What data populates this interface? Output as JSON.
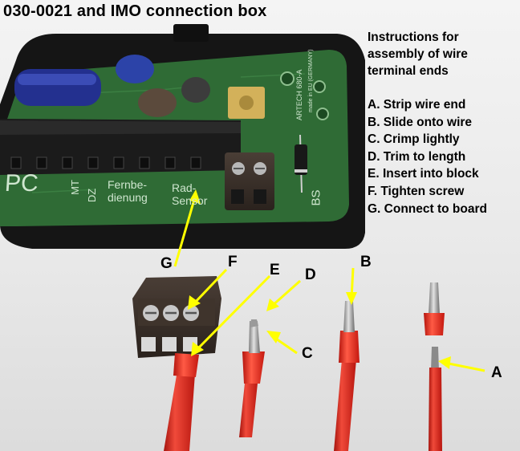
{
  "title": "030-0021 and IMO connection box",
  "instructions": {
    "heading": "Instructions for assembly of wire terminal ends",
    "steps": [
      "A. Strip wire end",
      "B. Slide onto wire",
      "C. Crimp lightly",
      "D. Trim to length",
      "E. Insert into block",
      "F. Tighten screw",
      "G. Connect to board"
    ]
  },
  "callouts": {
    "A": "A",
    "B": "B",
    "C": "C",
    "D": "D",
    "E": "E",
    "F": "F",
    "G": "G"
  },
  "board_text": {
    "pc": "PC",
    "mt": "MT",
    "dz": "DZ",
    "fernbedienung": "Fernbe- dienung",
    "radsensor": "Rad- Sensor",
    "bs": "BS",
    "made_in": "made in EU (GERMANY)",
    "brand": "ARTECH 680-A"
  },
  "colors": {
    "arrow": "#ffff00",
    "wire": "#e3261c",
    "ferrule": "#e0241b",
    "pcb": "#2f6b35",
    "terminal_block": "#3a3029",
    "enclosure": "#141414"
  }
}
